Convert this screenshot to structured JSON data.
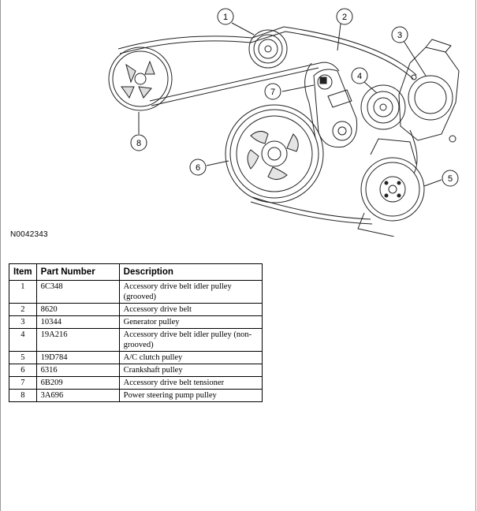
{
  "figure": {
    "id": "N0042343",
    "callouts": [
      "1",
      "2",
      "3",
      "4",
      "5",
      "6",
      "7",
      "8"
    ]
  },
  "table": {
    "headers": {
      "item": "Item",
      "part_number": "Part Number",
      "description": "Description"
    },
    "rows": [
      {
        "item": "1",
        "part_number": "6C348",
        "description": "Accessory drive belt idler pulley (grooved)"
      },
      {
        "item": "2",
        "part_number": "8620",
        "description": "Accessory drive belt"
      },
      {
        "item": "3",
        "part_number": "10344",
        "description": "Generator pulley"
      },
      {
        "item": "4",
        "part_number": "19A216",
        "description": "Accessory drive belt idler pulley (non-grooved)"
      },
      {
        "item": "5",
        "part_number": "19D784",
        "description": "A/C clutch pulley"
      },
      {
        "item": "6",
        "part_number": "6316",
        "description": "Crankshaft pulley"
      },
      {
        "item": "7",
        "part_number": "6B209",
        "description": "Accessory drive belt tensioner"
      },
      {
        "item": "8",
        "part_number": "3A696",
        "description": "Power steering pump pulley"
      }
    ]
  }
}
